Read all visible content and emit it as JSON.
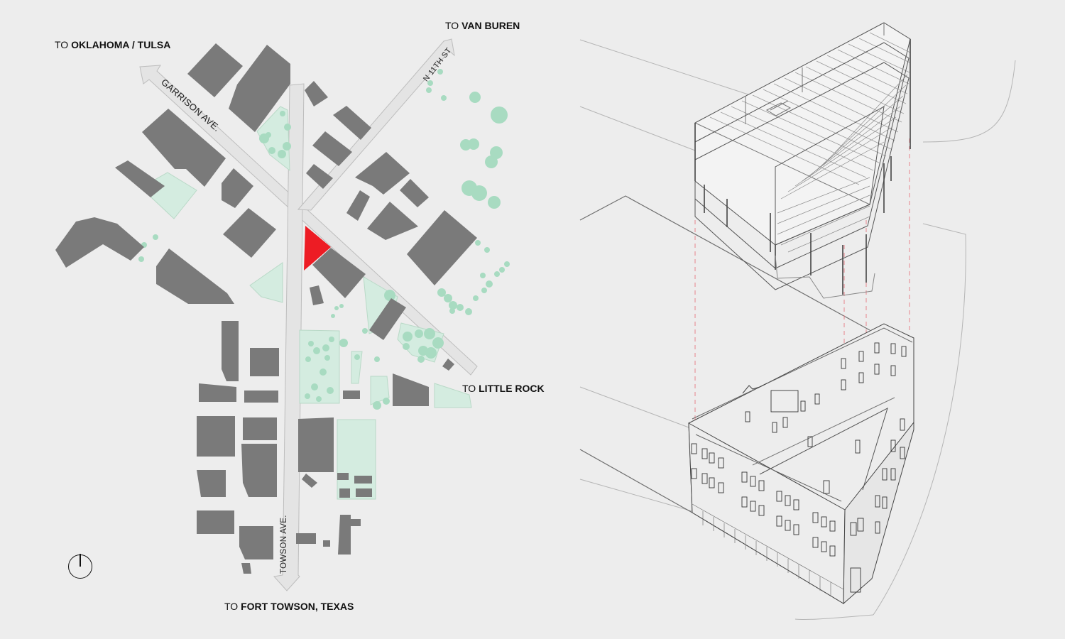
{
  "directions": {
    "oklahoma": {
      "prefix": "TO",
      "destination": "OKLAHOMA / TULSA"
    },
    "van_buren": {
      "prefix": "TO",
      "destination": "VAN BUREN"
    },
    "little_rock": {
      "prefix": "TO",
      "destination": "LITTLE ROCK"
    },
    "fort_towson": {
      "prefix": "TO",
      "destination": "FORT TOWSON, TEXAS"
    }
  },
  "streets": {
    "garrison": "GARRISON AVE.",
    "n11th": "N 11TH ST",
    "towson": "TOWSON AVE."
  },
  "colors": {
    "background": "#ededed",
    "building": "#7a7a7a",
    "green": "#a8dbc1",
    "green_space": "#d4ece0",
    "site": "#ed1c24",
    "projection_line": "#e8828a",
    "linework": "#444444"
  },
  "icons": {
    "north": "north-arrow-icon"
  }
}
